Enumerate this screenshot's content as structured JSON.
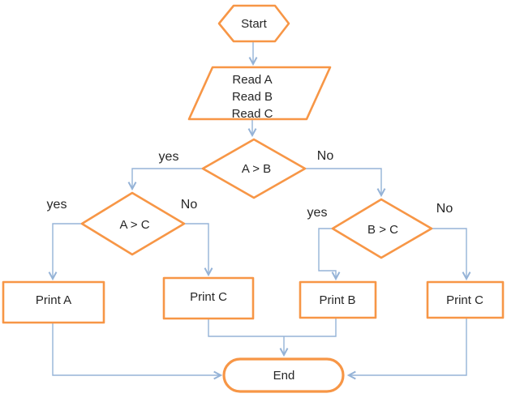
{
  "nodes": {
    "start": {
      "label": "Start"
    },
    "read_input": {
      "lines": [
        "Read A",
        "Read B",
        "Read C"
      ]
    },
    "decision_a_gt_b": {
      "label": "A > B"
    },
    "decision_a_gt_c": {
      "label": "A > C"
    },
    "decision_b_gt_c": {
      "label": "B > C"
    },
    "print_a": {
      "label": "Print A"
    },
    "print_c_left": {
      "label": "Print C"
    },
    "print_b": {
      "label": "Print B"
    },
    "print_c_right": {
      "label": "Print C"
    },
    "end": {
      "label": "End"
    }
  },
  "edge_labels": {
    "a_gt_b_yes": "yes",
    "a_gt_b_no": "No",
    "a_gt_c_yes": "yes",
    "a_gt_c_no": "No",
    "b_gt_c_yes": "yes",
    "b_gt_c_no": "No"
  },
  "colors": {
    "shape_border": "#F79646",
    "connector_line": "#95B3D7",
    "label_text": "#262626",
    "background": "#FFFFFF"
  }
}
